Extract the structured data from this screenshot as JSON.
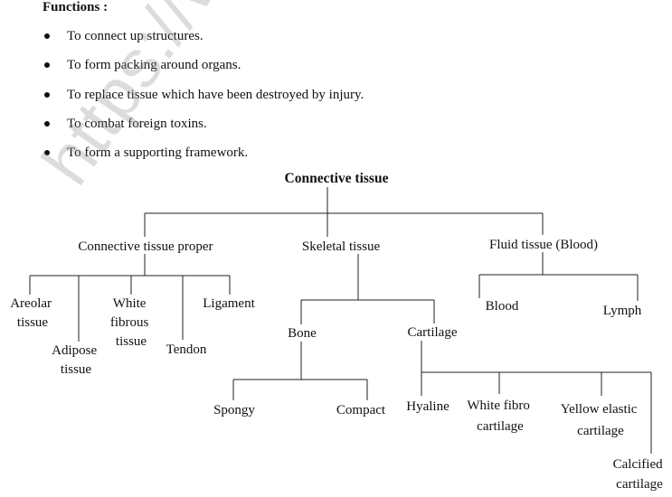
{
  "heading": "Functions :",
  "bullets": [
    "To connect up structures.",
    "To form packing around organs.",
    "To replace tissue which have been destroyed by injury.",
    "To combat foreign toxins.",
    "To form a supporting framework."
  ],
  "watermark": "https://www.stud",
  "tree": {
    "root": "Connective tissue",
    "proper": "Connective tissue proper",
    "skeletal": "Skeletal tissue",
    "fluid": "Fluid tissue (Blood)",
    "areolar": [
      "Areolar",
      "tissue"
    ],
    "adipose": [
      "Adipose",
      "tissue"
    ],
    "white_fibrous": [
      "White",
      "fibrous",
      "tissue"
    ],
    "tendon": "Tendon",
    "ligament": "Ligament",
    "bone": "Bone",
    "cartilage": "Cartilage",
    "spongy": "Spongy",
    "compact": "Compact",
    "hyaline": "Hyaline",
    "white_fibro": [
      "White fibro",
      "cartilage"
    ],
    "yellow_elastic": [
      "Yellow elastic",
      "cartilage"
    ],
    "calcified": [
      "Calcified",
      "cartilage"
    ],
    "blood": "Blood",
    "lymph": "Lymph"
  }
}
